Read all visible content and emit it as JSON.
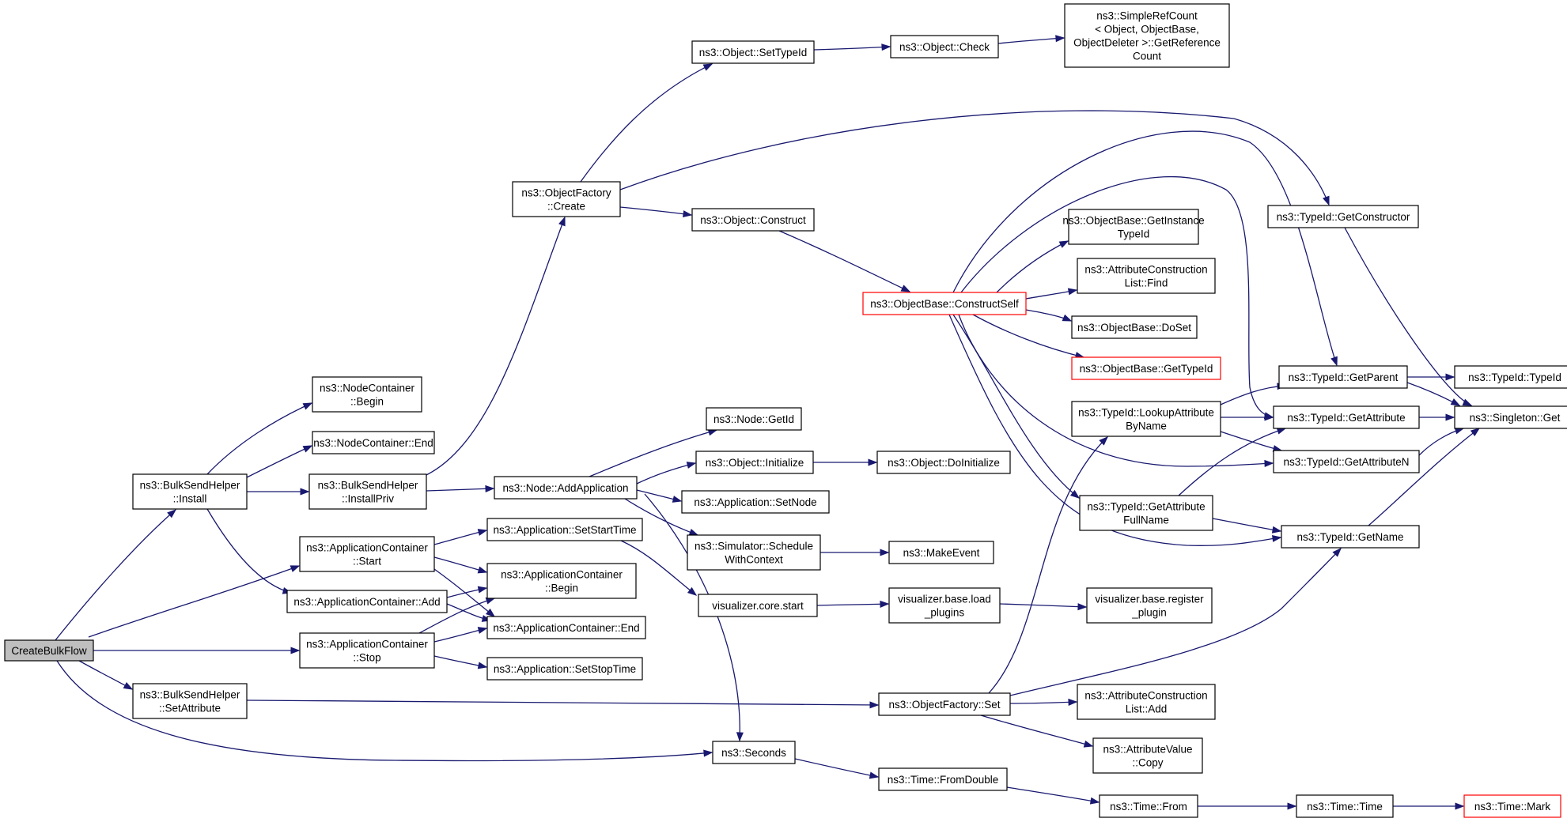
{
  "diagram": {
    "type": "call-graph",
    "colors": {
      "edge": "#191970",
      "node_border": "#000000",
      "root_fill": "#bfbfbf",
      "truncated_border": "#ff0000"
    },
    "nodes": [
      {
        "id": "create_bulk_flow",
        "lines": [
          "CreateBulkFlow"
        ],
        "root": true
      },
      {
        "id": "bulk_install",
        "lines": [
          "ns3::BulkSendHelper",
          "::Install"
        ]
      },
      {
        "id": "app_container_start",
        "lines": [
          "ns3::ApplicationContainer",
          "::Start"
        ]
      },
      {
        "id": "app_container_add",
        "lines": [
          "ns3::ApplicationContainer::Add"
        ]
      },
      {
        "id": "app_container_stop",
        "lines": [
          "ns3::ApplicationContainer",
          "::Stop"
        ]
      },
      {
        "id": "bulk_set_attribute",
        "lines": [
          "ns3::BulkSendHelper",
          "::SetAttribute"
        ]
      },
      {
        "id": "seconds",
        "lines": [
          "ns3::Seconds"
        ]
      },
      {
        "id": "nodecontainer_begin",
        "lines": [
          "ns3::NodeContainer",
          "::Begin"
        ]
      },
      {
        "id": "nodecontainer_end",
        "lines": [
          "ns3::NodeContainer::End"
        ]
      },
      {
        "id": "bulk_install_priv",
        "lines": [
          "ns3::BulkSendHelper",
          "::InstallPriv"
        ]
      },
      {
        "id": "objectfactory_create",
        "lines": [
          "ns3::ObjectFactory",
          "::Create"
        ]
      },
      {
        "id": "object_settypeid",
        "lines": [
          "ns3::Object::SetTypeId"
        ]
      },
      {
        "id": "object_check",
        "lines": [
          "ns3::Object::Check"
        ]
      },
      {
        "id": "simplerefcount",
        "lines": [
          "ns3::SimpleRefCount",
          "< Object, ObjectBase,",
          "ObjectDeleter >::GetReference",
          "Count"
        ]
      },
      {
        "id": "object_construct",
        "lines": [
          "ns3::Object::Construct"
        ]
      },
      {
        "id": "objectbase_constructself",
        "lines": [
          "ns3::ObjectBase::ConstructSelf"
        ],
        "truncated": true
      },
      {
        "id": "objectbase_getinstancetypeid",
        "lines": [
          "ns3::ObjectBase::GetInstance",
          "TypeId"
        ]
      },
      {
        "id": "attrconstructionlist_find",
        "lines": [
          "ns3::AttributeConstruction",
          "List::Find"
        ]
      },
      {
        "id": "objectbase_doset",
        "lines": [
          "ns3::ObjectBase::DoSet"
        ]
      },
      {
        "id": "objectbase_gettypeid",
        "lines": [
          "ns3::ObjectBase::GetTypeId"
        ],
        "truncated": true
      },
      {
        "id": "typeid_getconstructor",
        "lines": [
          "ns3::TypeId::GetConstructor"
        ]
      },
      {
        "id": "typeid_getparent",
        "lines": [
          "ns3::TypeId::GetParent"
        ]
      },
      {
        "id": "typeid_typeid",
        "lines": [
          "ns3::TypeId::TypeId"
        ]
      },
      {
        "id": "singleton_get",
        "lines": [
          "ns3::Singleton::Get"
        ]
      },
      {
        "id": "typeid_lookupattributebyname",
        "lines": [
          "ns3::TypeId::LookupAttribute",
          "ByName"
        ]
      },
      {
        "id": "typeid_getattribute",
        "lines": [
          "ns3::TypeId::GetAttribute"
        ]
      },
      {
        "id": "typeid_getattributen",
        "lines": [
          "ns3::TypeId::GetAttributeN"
        ]
      },
      {
        "id": "typeid_getattributefullname",
        "lines": [
          "ns3::TypeId::GetAttribute",
          "FullName"
        ]
      },
      {
        "id": "typeid_getname",
        "lines": [
          "ns3::TypeId::GetName"
        ]
      },
      {
        "id": "node_getid",
        "lines": [
          "ns3::Node::GetId"
        ]
      },
      {
        "id": "node_addapplication",
        "lines": [
          "ns3::Node::AddApplication"
        ]
      },
      {
        "id": "object_initialize",
        "lines": [
          "ns3::Object::Initialize"
        ]
      },
      {
        "id": "object_doinitialize",
        "lines": [
          "ns3::Object::DoInitialize"
        ]
      },
      {
        "id": "application_setnode",
        "lines": [
          "ns3::Application::SetNode"
        ]
      },
      {
        "id": "simulator_schedulewithcontext",
        "lines": [
          "ns3::Simulator::Schedule",
          "WithContext"
        ]
      },
      {
        "id": "makeevent",
        "lines": [
          "ns3::MakeEvent"
        ]
      },
      {
        "id": "application_setstarttime",
        "lines": [
          "ns3::Application::SetStartTime"
        ]
      },
      {
        "id": "app_container_begin",
        "lines": [
          "ns3::ApplicationContainer",
          "::Begin"
        ]
      },
      {
        "id": "app_container_end",
        "lines": [
          "ns3::ApplicationContainer::End"
        ]
      },
      {
        "id": "application_setstoptime",
        "lines": [
          "ns3::Application::SetStopTime"
        ]
      },
      {
        "id": "visualizer_core_start",
        "lines": [
          "visualizer.core.start"
        ]
      },
      {
        "id": "visualizer_base_load_plugins",
        "lines": [
          "visualizer.base.load",
          "_plugins"
        ]
      },
      {
        "id": "visualizer_base_register_plugin",
        "lines": [
          "visualizer.base.register",
          "_plugin"
        ]
      },
      {
        "id": "objectfactory_set",
        "lines": [
          "ns3::ObjectFactory::Set"
        ]
      },
      {
        "id": "attrconstructionlist_add",
        "lines": [
          "ns3::AttributeConstruction",
          "List::Add"
        ]
      },
      {
        "id": "attributevalue_copy",
        "lines": [
          "ns3::AttributeValue",
          "::Copy"
        ]
      },
      {
        "id": "time_fromdouble",
        "lines": [
          "ns3::Time::FromDouble"
        ]
      },
      {
        "id": "time_from",
        "lines": [
          "ns3::Time::From"
        ]
      },
      {
        "id": "time_time",
        "lines": [
          "ns3::Time::Time"
        ]
      },
      {
        "id": "time_mark",
        "lines": [
          "ns3::Time::Mark"
        ],
        "truncated": true
      }
    ],
    "edges": [
      [
        "create_bulk_flow",
        "bulk_install"
      ],
      [
        "create_bulk_flow",
        "app_container_start"
      ],
      [
        "create_bulk_flow",
        "app_container_stop"
      ],
      [
        "create_bulk_flow",
        "bulk_set_attribute"
      ],
      [
        "create_bulk_flow",
        "seconds"
      ],
      [
        "bulk_install",
        "nodecontainer_begin"
      ],
      [
        "bulk_install",
        "nodecontainer_end"
      ],
      [
        "bulk_install",
        "bulk_install_priv"
      ],
      [
        "bulk_install",
        "app_container_add"
      ],
      [
        "bulk_install_priv",
        "objectfactory_create"
      ],
      [
        "bulk_install_priv",
        "node_addapplication"
      ],
      [
        "objectfactory_create",
        "object_settypeid"
      ],
      [
        "objectfactory_create",
        "object_construct"
      ],
      [
        "objectfactory_create",
        "typeid_getconstructor"
      ],
      [
        "object_settypeid",
        "object_check"
      ],
      [
        "object_check",
        "simplerefcount"
      ],
      [
        "object_construct",
        "objectbase_constructself"
      ],
      [
        "objectbase_constructself",
        "objectbase_getinstancetypeid"
      ],
      [
        "objectbase_constructself",
        "attrconstructionlist_find"
      ],
      [
        "objectbase_constructself",
        "objectbase_doset"
      ],
      [
        "objectbase_constructself",
        "objectbase_gettypeid"
      ],
      [
        "objectbase_constructself",
        "typeid_getparent"
      ],
      [
        "objectbase_constructself",
        "typeid_getattribute"
      ],
      [
        "objectbase_constructself",
        "typeid_getattributen"
      ],
      [
        "objectbase_constructself",
        "typeid_getattributefullname"
      ],
      [
        "objectbase_constructself",
        "typeid_getname"
      ],
      [
        "typeid_getconstructor",
        "singleton_get"
      ],
      [
        "typeid_getparent",
        "typeid_typeid"
      ],
      [
        "typeid_getparent",
        "singleton_get"
      ],
      [
        "typeid_lookupattributebyname",
        "typeid_getparent"
      ],
      [
        "typeid_lookupattributebyname",
        "typeid_getattribute"
      ],
      [
        "typeid_lookupattributebyname",
        "typeid_getattributen"
      ],
      [
        "typeid_getattribute",
        "singleton_get"
      ],
      [
        "typeid_getattributen",
        "singleton_get"
      ],
      [
        "typeid_getattributefullname",
        "typeid_getattribute"
      ],
      [
        "typeid_getattributefullname",
        "typeid_getname"
      ],
      [
        "typeid_getname",
        "singleton_get"
      ],
      [
        "node_addapplication",
        "node_getid"
      ],
      [
        "node_addapplication",
        "object_initialize"
      ],
      [
        "node_addapplication",
        "application_setnode"
      ],
      [
        "node_addapplication",
        "simulator_schedulewithcontext"
      ],
      [
        "node_addapplication",
        "seconds"
      ],
      [
        "object_initialize",
        "object_doinitialize"
      ],
      [
        "simulator_schedulewithcontext",
        "makeevent"
      ],
      [
        "app_container_start",
        "application_setstarttime"
      ],
      [
        "app_container_start",
        "app_container_begin"
      ],
      [
        "app_container_start",
        "app_container_end"
      ],
      [
        "app_container_add",
        "app_container_begin"
      ],
      [
        "app_container_add",
        "app_container_end"
      ],
      [
        "app_container_stop",
        "app_container_begin"
      ],
      [
        "app_container_stop",
        "app_container_end"
      ],
      [
        "app_container_stop",
        "application_setstoptime"
      ],
      [
        "application_setstarttime",
        "visualizer_core_start"
      ],
      [
        "visualizer_core_start",
        "visualizer_base_load_plugins"
      ],
      [
        "visualizer_base_load_plugins",
        "visualizer_base_register_plugin"
      ],
      [
        "bulk_set_attribute",
        "objectfactory_set"
      ],
      [
        "objectfactory_set",
        "typeid_lookupattributebyname"
      ],
      [
        "objectfactory_set",
        "typeid_getname"
      ],
      [
        "objectfactory_set",
        "attrconstructionlist_add"
      ],
      [
        "objectfactory_set",
        "attributevalue_copy"
      ],
      [
        "seconds",
        "time_fromdouble"
      ],
      [
        "time_fromdouble",
        "time_from"
      ],
      [
        "time_from",
        "time_time"
      ],
      [
        "time_time",
        "time_mark"
      ]
    ]
  }
}
